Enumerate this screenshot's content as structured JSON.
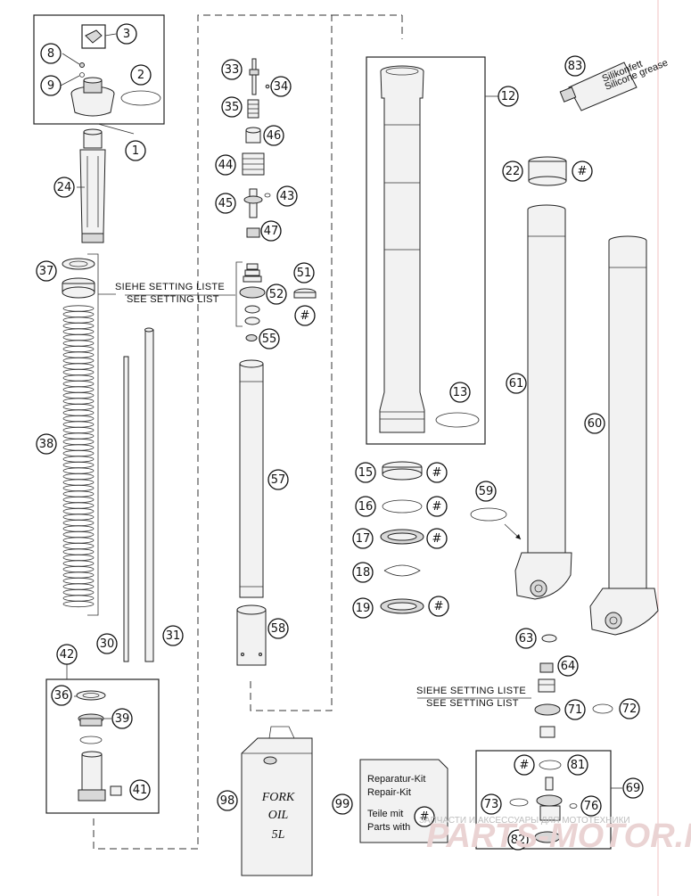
{
  "labels": {
    "setting_left": [
      "SIEHE SETTING LISTE",
      "SEE SETTING LIST"
    ],
    "setting_right": [
      "SIEHE SETTING LISTE",
      "SEE SETTING LIST"
    ],
    "kit_lines": [
      "Reparatur-Kit",
      "Repair-Kit",
      "Teile mit",
      "Parts with"
    ],
    "grease_lines": [
      "Silikonfett",
      "Silicone grease"
    ],
    "can_lines": [
      "FORK",
      "OIL",
      "5L"
    ]
  },
  "callouts": {
    "c1": "1",
    "c2": "2",
    "c3": "3",
    "c8": "8",
    "c9": "9",
    "c24": "24",
    "c37": "37",
    "c38": "38",
    "c30": "30",
    "c31": "31",
    "c42": "42",
    "c36": "36",
    "c39": "39",
    "c41": "41",
    "c33": "33",
    "c34": "34",
    "c35": "35",
    "c46": "46",
    "c44": "44",
    "c45": "45",
    "c43": "43",
    "c47": "47",
    "c51": "51",
    "c52": "52",
    "c52h": "#",
    "c55": "55",
    "c57": "57",
    "c58": "58",
    "c12": "12",
    "c13": "13",
    "c83": "83",
    "c22": "22",
    "c22h": "#",
    "c61": "61",
    "c60": "60",
    "c15": "15",
    "c15h": "#",
    "c16": "16",
    "c16h": "#",
    "c17": "17",
    "c17h": "#",
    "c18": "18",
    "c19": "19",
    "c19h": "#",
    "c59": "59",
    "c63": "63",
    "c64": "64",
    "c71": "71",
    "c72": "72",
    "c69": "69",
    "c81h": "#",
    "c81": "81",
    "c73": "73",
    "c76": "76",
    "c82": "82",
    "c98": "98",
    "c99": "99",
    "c99h": "#"
  },
  "watermark": {
    "line": "ЗАПЧАСТИ И АКСЕССУАРЫ ДЛЯ МОТОТЕХНИКИ",
    "brand": "PARTS-MOTOR.RU"
  }
}
